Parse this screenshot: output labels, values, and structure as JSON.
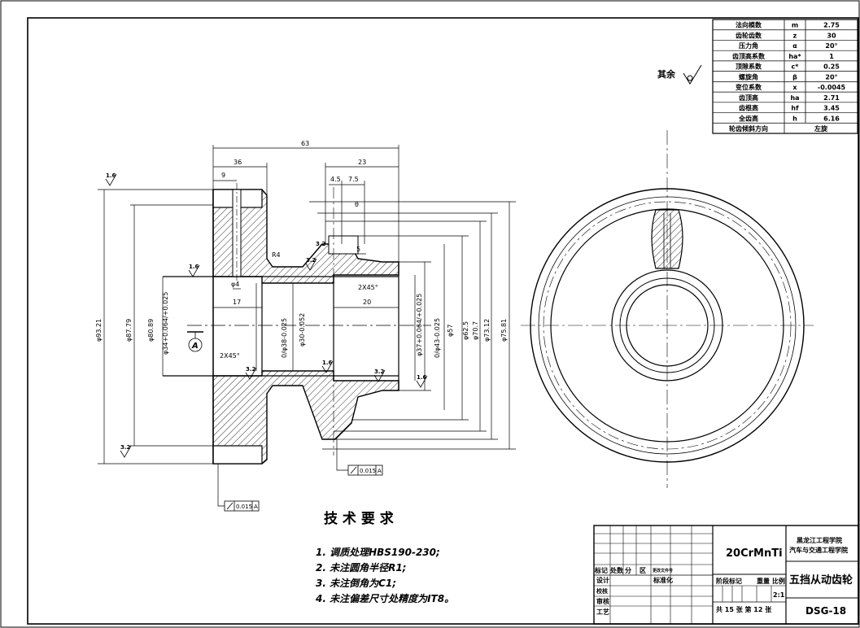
{
  "params": [
    {
      "name": "法向模数",
      "sym": "m",
      "val": "2.75"
    },
    {
      "name": "齿轮齿数",
      "sym": "z",
      "val": "30"
    },
    {
      "name": "压力角",
      "sym": "α",
      "val": "20°"
    },
    {
      "name": "齿顶高系数",
      "sym": "ha*",
      "val": "1"
    },
    {
      "name": "顶隙系数",
      "sym": "c*",
      "val": "0.25"
    },
    {
      "name": "螺旋角",
      "sym": "β",
      "val": "20°"
    },
    {
      "name": "变位系数",
      "sym": "x",
      "val": "-0.0045"
    },
    {
      "name": "齿顶高",
      "sym": "ha",
      "val": "2.71"
    },
    {
      "name": "齿根高",
      "sym": "hf",
      "val": "3.45"
    },
    {
      "name": "全齿高",
      "sym": "h",
      "val": "6.16"
    },
    {
      "name": "轮齿倾斜方向",
      "sym": "",
      "val": "左旋"
    }
  ],
  "roughness_rest_label": "其余",
  "dims": {
    "d63": "63",
    "d36": "36",
    "d23": "23",
    "d9": "9",
    "d4_5": "4.5",
    "d7_5": "7.5",
    "d5": "5",
    "d17": "17",
    "d20": "20",
    "phi4": "φ4",
    "r4": "R4",
    "c2x45": "2X45°",
    "c2x45b": "2X45°",
    "theta": "θ",
    "phi93": "φ93.21",
    "phi87": "φ87.79",
    "phi80": "φ80.89",
    "phi34": "φ34+0.064/+0.025",
    "phi38": "0/φ38-0.025",
    "phi30": "φ30-0.052",
    "phi37": "φ37+0.064/+0.025",
    "phi43": "0/φ43-0.025",
    "phi57": "φ57",
    "phi62": "φ62.5",
    "phi70": "φ70.7",
    "phi73": "φ73.12",
    "phi75": "φ75.81"
  },
  "roughness": {
    "r1": "1.6",
    "r2": "1.6",
    "r3": "3.2",
    "r4": "3.2",
    "r5": "1.6",
    "r6": "3.2",
    "r7": "3.2",
    "r8": "3.2",
    "r9": "1.6"
  },
  "datum": "A",
  "tolerance": {
    "t1": "0.015",
    "t1ref": "A",
    "t2": "0.015",
    "t2ref": "A"
  },
  "tech": {
    "title": "技 术 要 求",
    "items": [
      "1. 调质处理HBS190-230;",
      "2. 未注圆角半径R1;",
      "3. 未注倒角为C1;",
      "4. 未注偏差尺寸处精度为IT8。"
    ]
  },
  "titleblock": {
    "material": "20CrMnTi",
    "school1": "黑龙江工程学院",
    "school2": "汽车与交通工程学院",
    "part": "五挡从动齿轮",
    "code": "DSG-18",
    "scale": "2:1",
    "row_labels": [
      "标记",
      "处数",
      "分",
      "区",
      "更改文件号"
    ],
    "stage": "阶段标记",
    "weight": "重量",
    "ratio": "比例",
    "design": "设计",
    "std": "标准化",
    "check": "校核",
    "review": "审核",
    "craft": "工艺",
    "sheets": "共 15 张 第 12 张"
  }
}
